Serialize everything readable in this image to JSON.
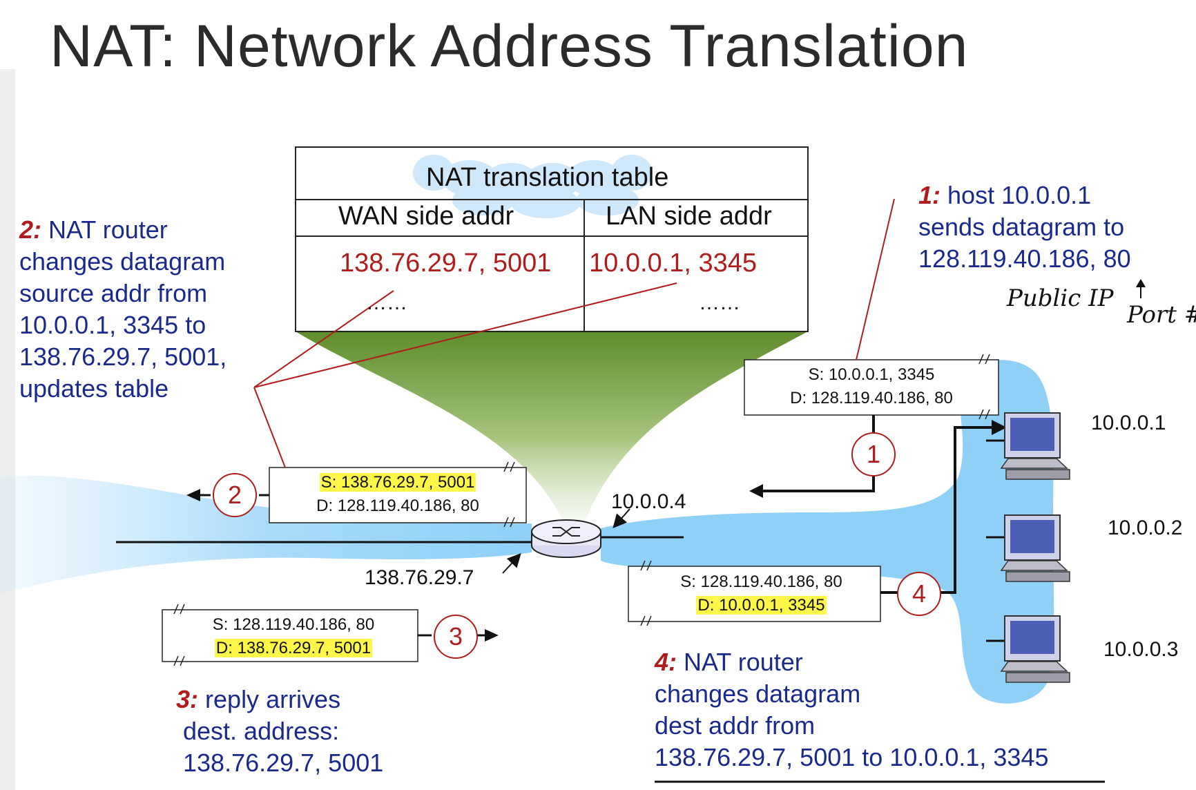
{
  "title": "NAT: Network Address Translation",
  "nat_table": {
    "title": "NAT translation table",
    "wan_header": "WAN side addr",
    "lan_header": "LAN side addr",
    "wan_value": "138.76.29.7, 5001",
    "lan_value": "10.0.0.1, 3345",
    "wan_more": "……",
    "lan_more": "……"
  },
  "step1": {
    "num": "1:",
    "lines": [
      "host 10.0.0.1",
      "sends datagram to",
      "128.119.40.186, 80"
    ]
  },
  "step2": {
    "num": "2:",
    "lines": [
      "NAT router",
      "changes datagram",
      "source addr from",
      "10.0.0.1, 3345 to",
      "138.76.29.7, 5001,",
      "updates table"
    ]
  },
  "step3": {
    "num": "3:",
    "lines": [
      "reply arrives",
      "dest. address:",
      "138.76.29.7, 5001"
    ]
  },
  "step4": {
    "num": "4:",
    "lines": [
      "NAT router",
      "changes datagram",
      "dest addr from",
      "138.76.29.7, 5001 to 10.0.0.1, 3345"
    ]
  },
  "packets": {
    "p1": {
      "src": "S: 10.0.0.1, 3345",
      "dst": "D: 128.119.40.186, 80"
    },
    "p2": {
      "src": "S: 138.76.29.7, 5001",
      "dst": "D: 128.119.40.186, 80"
    },
    "p3": {
      "src": "S: 128.119.40.186, 80",
      "dst": "D: 138.76.29.7, 5001"
    },
    "p4": {
      "src": "S: 128.119.40.186, 80",
      "dst": "D: 10.0.0.1, 3345"
    }
  },
  "circles": {
    "c1": "1",
    "c2": "2",
    "c3": "3",
    "c4": "4"
  },
  "addresses": {
    "router_lan": "10.0.0.4",
    "router_wan": "138.76.29.7",
    "host1": "10.0.0.1",
    "host2": "10.0.0.2",
    "host3": "10.0.0.3"
  },
  "handwriting": {
    "public_ip": "Public IP",
    "port": "Port #"
  },
  "colors": {
    "step_number": "#b01c1c",
    "note_text": "#1a2a8c",
    "highlight": "#fff64a",
    "lan_cloud": "#8fd0f7",
    "funnel": "#6d9a3a"
  }
}
